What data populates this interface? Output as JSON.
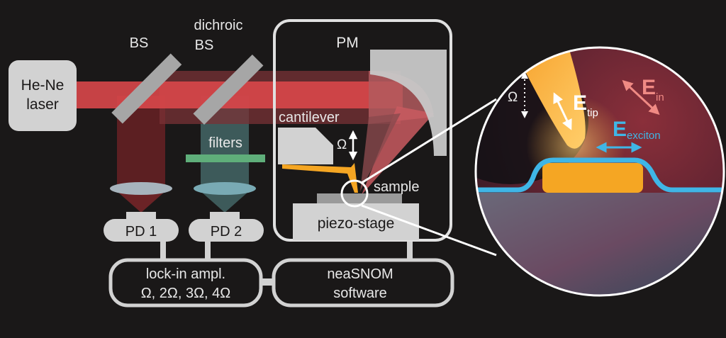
{
  "figure": {
    "description": "Scattering-type SNOM setup with zoomed tip-sample region",
    "background_color": "#1a1818"
  },
  "components": {
    "laser": {
      "line1": "He-Ne",
      "line2": "laser"
    },
    "beam_splitter": {
      "label": "BS"
    },
    "dichroic_beam_splitter": {
      "line1": "dichroic",
      "line2": "BS"
    },
    "filters": {
      "label": "filters"
    },
    "parabolic_mirror": {
      "label": "PM"
    },
    "cantilever": {
      "label": "cantilever",
      "oscillation_symbol": "Ω"
    },
    "sample": {
      "label": "sample"
    },
    "piezo_stage": {
      "label": "piezo-stage"
    },
    "photodiode_1": {
      "label": "PD 1"
    },
    "photodiode_2": {
      "label": "PD 2"
    },
    "lock_in_amplifier": {
      "line1": "lock-in ampl.",
      "line2": "Ω, 2Ω, 3Ω, 4Ω"
    },
    "software": {
      "line1": "neaSNOM",
      "line2": "software"
    }
  },
  "inset": {
    "tip_oscillation_symbol": "Ω",
    "e_tip": {
      "main": "E",
      "sub": "tip"
    },
    "e_in": {
      "main": "E",
      "sub": "in"
    },
    "e_exciton": {
      "main": "E",
      "sub": "exciton"
    }
  },
  "colors": {
    "beam_red": "#d9474a",
    "beam_dark_red": "#6b2326",
    "beam_teal": "#3d5a5a",
    "component_gray": "#d2d2d2",
    "mirror_gray": "#a6a6a6",
    "filter_green": "#5fae7a",
    "tip_orange": "#f5a623",
    "exciton_blue": "#3fb6e6",
    "e_in_pink": "#f08a84",
    "outline_white": "#e8e8e8"
  }
}
